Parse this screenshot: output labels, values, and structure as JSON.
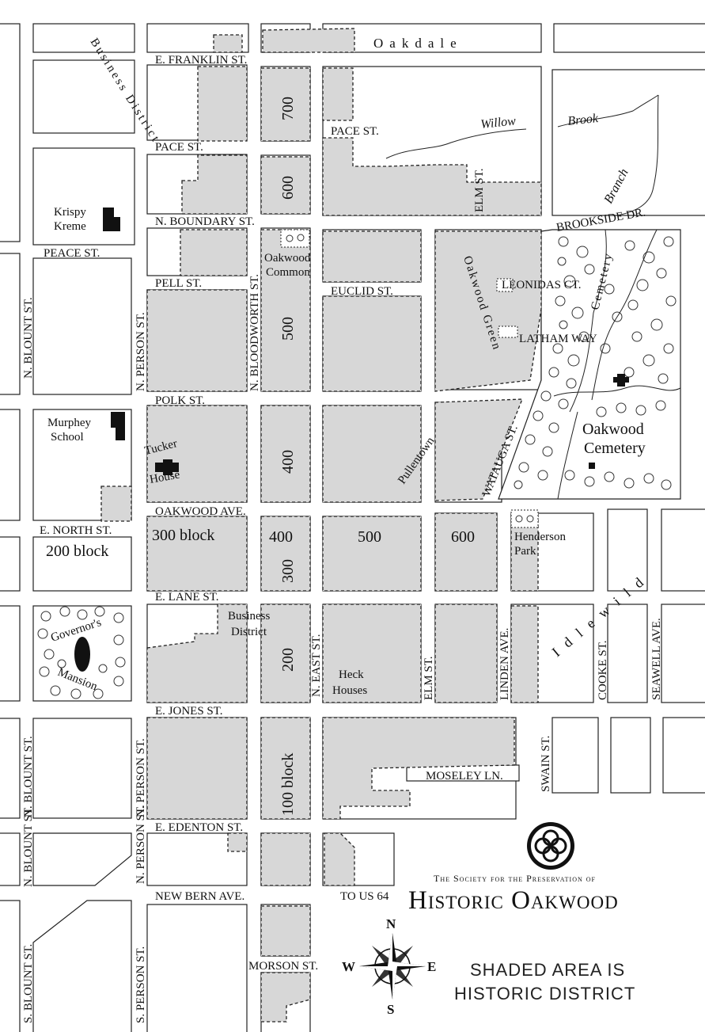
{
  "streets": {
    "e_franklin": "E. FRANKLIN ST.",
    "pace": "PACE ST.",
    "pace_east": "PACE ST.",
    "n_boundary": "N. BOUNDARY ST.",
    "peace": "PEACE ST.",
    "pell": "PELL ST.",
    "euclid": "EUCLID ST.",
    "polk": "POLK ST.",
    "oakwood_ave": "OAKWOOD AVE.",
    "e_north": "E. NORTH ST.",
    "e_lane": "E. LANE ST.",
    "e_jones": "E. JONES ST.",
    "e_edenton": "E. EDENTON ST.",
    "new_bern": "NEW BERN AVE.",
    "to_us64": "TO US 64",
    "morson": "MORSON ST.",
    "moseley": "MOSELEY LN.",
    "brookside": "BROOKSIDE DR.",
    "leonidas": "LEONIDAS CT.",
    "latham": "LATHAM WAY",
    "n_blount_1": "N. BLOUNT ST.",
    "n_blount_2": "N. BLOUNT ST.",
    "n_blount_3": "N. BLOUNT ST.",
    "s_blount": "S. BLOUNT ST.",
    "n_person_1": "N. PERSON ST.",
    "n_person_2": "N. PERSON ST.",
    "n_person_3": "N. PERSON ST.",
    "s_person": "S. PERSON ST.",
    "n_bloodworth": "N. BLOODWORTH ST.",
    "n_east": "N. EAST ST.",
    "elm_1": "ELM ST.",
    "elm_2": "ELM ST.",
    "linden": "LINDEN AVE.",
    "cooke": "COOKE ST.",
    "seawell": "SEAWELL AVE.",
    "swain": "SWAIN ST.",
    "watauga": "WATAUGA ST."
  },
  "places": {
    "oakdale": "Oakdale",
    "business_district_curve": "Business District",
    "krispy": "Krispy",
    "kreme": "Kreme",
    "oakwood_common_1": "Oakwood",
    "oakwood_common_2": "Common",
    "oakwood_green": "Oakwood Green",
    "cemetery_curve": "Cemetery",
    "oakwood_cemetery_1": "Oakwood",
    "oakwood_cemetery_2": "Cemetery",
    "murphey_1": "Murphey",
    "murphey_2": "School",
    "tucker_1": "Tucker",
    "tucker_2": "House",
    "pullentown": "Pullentown",
    "henderson_1": "Henderson",
    "henderson_2": "Park",
    "idlewild": "Idlewild",
    "governors": "Governor's",
    "mansion": "Mansion",
    "business_1": "Business",
    "business_2": "District",
    "heck_1": "Heck",
    "heck_2": "Houses",
    "willow": "Willow",
    "brook": "Brook",
    "branch": "Branch"
  },
  "blocks": {
    "b700": "700",
    "b600": "600",
    "b500": "500",
    "b400v": "400",
    "b300_block": "300 block",
    "b400": "400",
    "b500h": "500",
    "b600h": "600",
    "b300v": "300",
    "b200_block": "200 block",
    "b200v": "200",
    "b100_block": "100 block"
  },
  "society": {
    "line1": "The Society for the Preservation of",
    "line2": "Historic Oakwood"
  },
  "compass": {
    "n": "N",
    "s": "S",
    "e": "E",
    "w": "W"
  },
  "legend": {
    "line1": "SHADED AREA IS",
    "line2": "HISTORIC DISTRICT"
  },
  "colors": {
    "shaded": "#d7d7d7",
    "ink": "#111111"
  }
}
